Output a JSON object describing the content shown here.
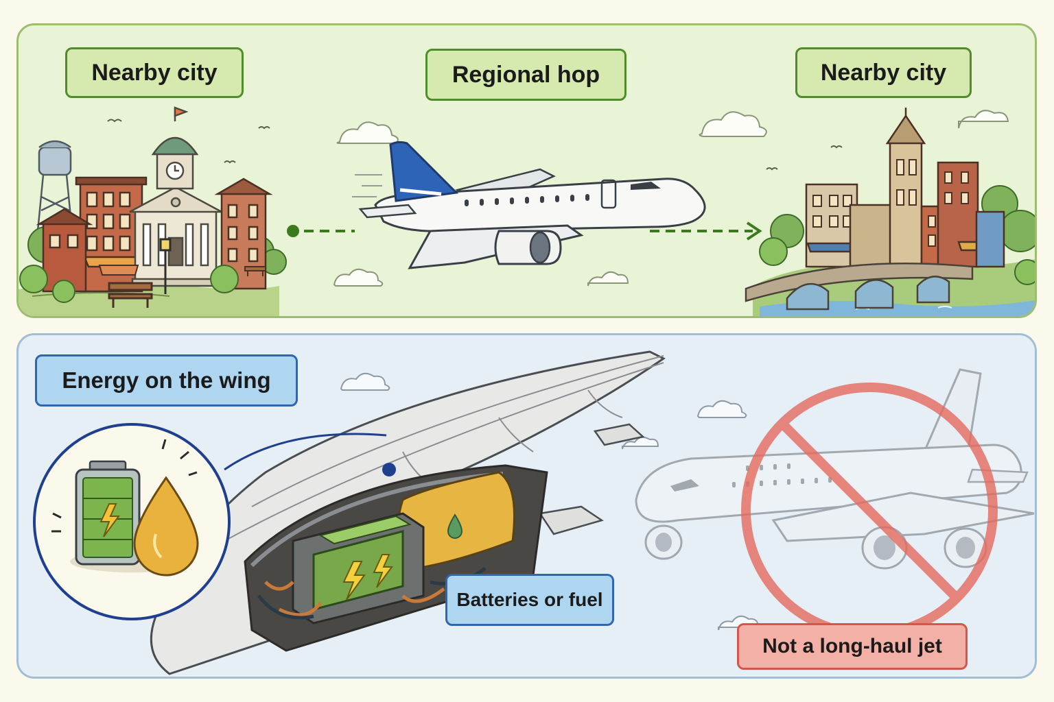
{
  "labels": {
    "city_left": "Nearby city",
    "regional_hop": "Regional hop",
    "city_right": "Nearby city",
    "energy_on_wing": "Energy on the wing",
    "batteries_or_fuel": "Batteries or fuel",
    "not_long_haul": "Not a long-haul jet"
  },
  "colors": {
    "green_accent": "#4f8c2c",
    "blue_accent": "#2f66b3",
    "red_accent": "#d2574a",
    "top_panel_bg": "#e9f3d5",
    "bottom_panel_bg": "#e6eff6"
  },
  "icons": {
    "route_start": "dot-icon",
    "route_end": "arrow-head-icon",
    "energy_battery": "battery-icon",
    "energy_fuel": "fuel-drop-icon",
    "prohibited": "no-sign-icon"
  }
}
